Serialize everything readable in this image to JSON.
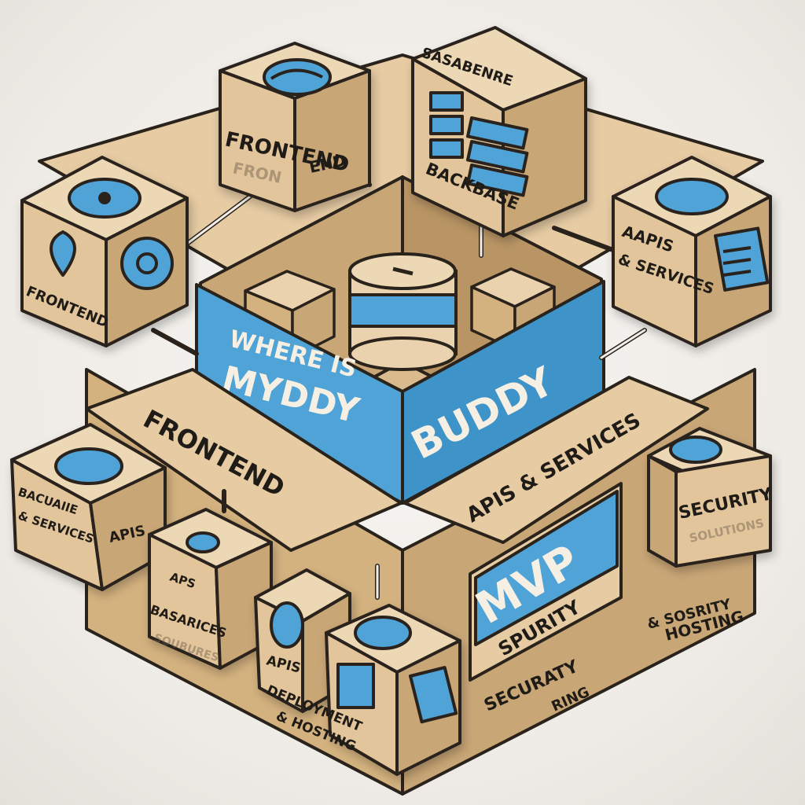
{
  "diagram": {
    "center": {
      "line1": "WHERE IS",
      "line2": "MYDDY",
      "right": "BUDDY"
    },
    "tray_labels": {
      "left": "FRONTEND",
      "right": "APIS & SERVICES"
    },
    "boxes": {
      "top_frontend": {
        "title": "FRONTEND",
        "sub": "FRON",
        "sub2": "END"
      },
      "top_database": {
        "header": "SASABENRE",
        "label": "BACKBASE"
      },
      "left_frontend": {
        "label": "FRONTEND"
      },
      "right_apis": {
        "line1": "AAPIS",
        "line2": "& SERVICES"
      },
      "left_services": {
        "line1": "BACUAIIE",
        "line2": "& SERVICES",
        "side": "APIS"
      },
      "mid_apis": {
        "line1": "APS",
        "line2": "BASARICES",
        "line3": "SOUBURES"
      },
      "front_apis": {
        "label": "APIS"
      },
      "front_deploy": {
        "line1": "DEPLOYMENT",
        "line2": "& HOSTING"
      },
      "security": {
        "label": "SECURITY",
        "sub": "SOLUTIONS"
      },
      "mvp": {
        "title": "MVP",
        "sub": "SPURITY"
      }
    },
    "floor_text": {
      "right_line1": "& SOSRITY",
      "right_line2": "HOSTING",
      "bottom_line1": "SECURATY",
      "bottom_line2": "RING"
    },
    "colors": {
      "cardboard": "#e2c59b",
      "cardboard_dark": "#c9a676",
      "cardboard_light": "#edd8b6",
      "blue": "#4fa3d6",
      "blue_dark": "#2f7fb3",
      "outline": "#2a231b"
    }
  }
}
